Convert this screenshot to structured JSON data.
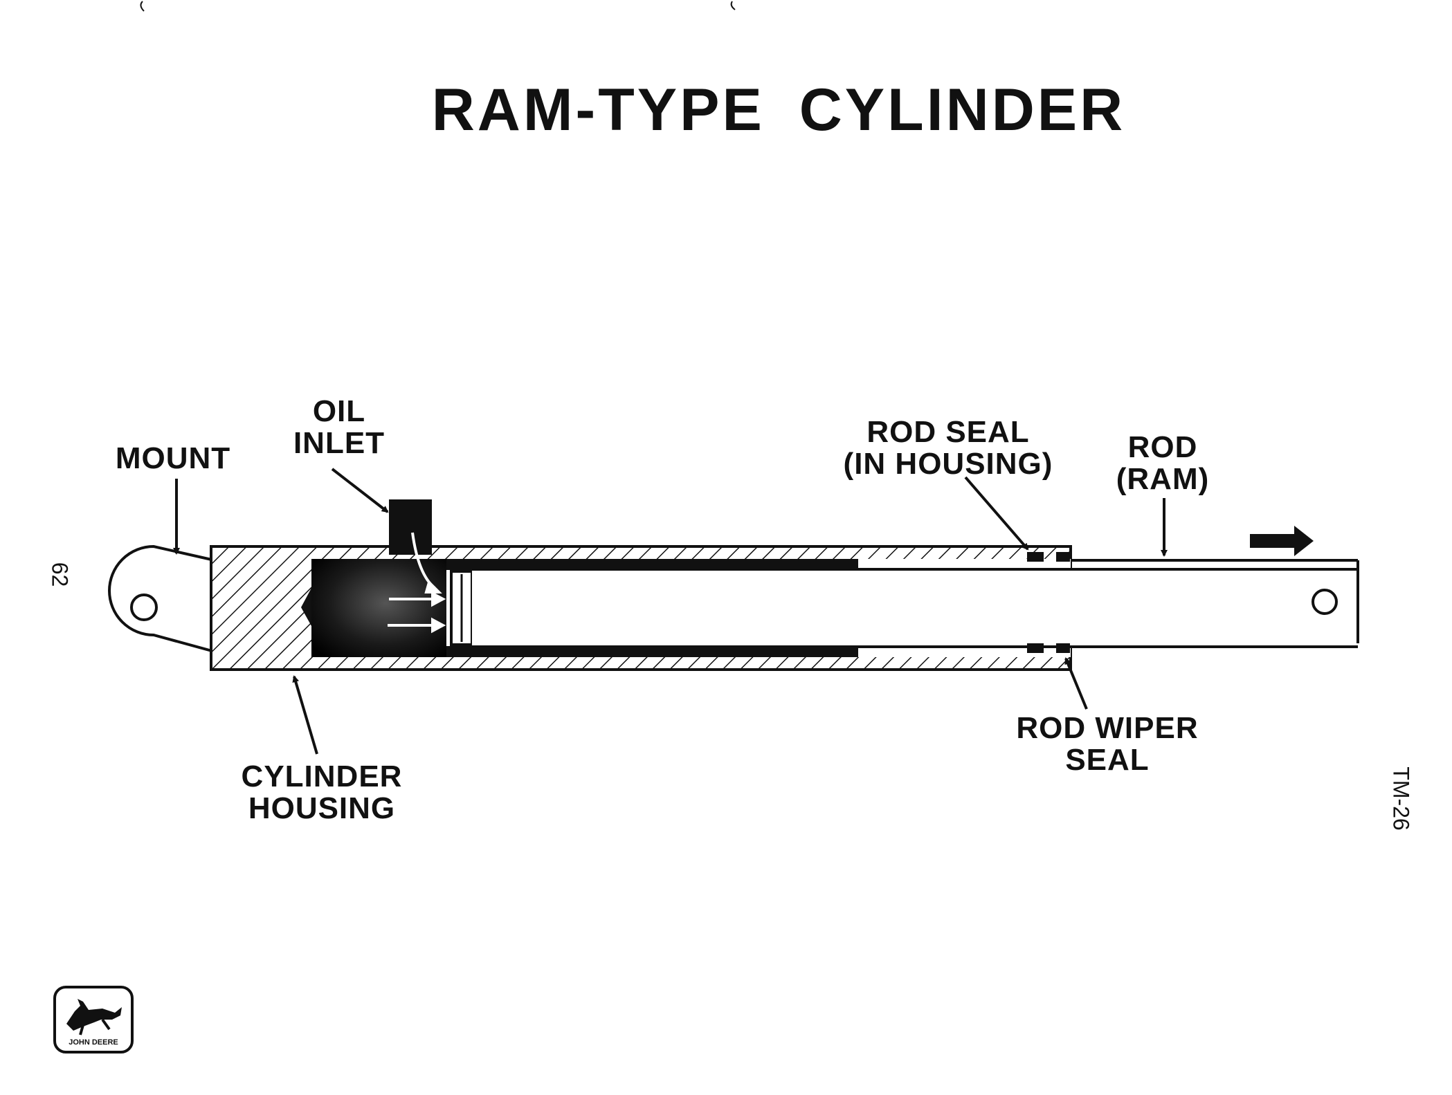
{
  "title": "RAM-TYPE CYLINDER",
  "labels": {
    "oil_inlet": [
      "OIL",
      "INLET"
    ],
    "mount": [
      "MOUNT"
    ],
    "rod_seal": [
      "ROD SEAL",
      "(IN HOUSING)"
    ],
    "rod_ram": [
      "ROD",
      "(RAM)"
    ],
    "cylinder_housing": [
      "CYLINDER",
      "HOUSING"
    ],
    "rod_wiper_seal": [
      "ROD WIPER",
      "SEAL"
    ]
  },
  "page_number": "62",
  "figure_code": "TM-26",
  "logo_text": "JOHN DEERE"
}
